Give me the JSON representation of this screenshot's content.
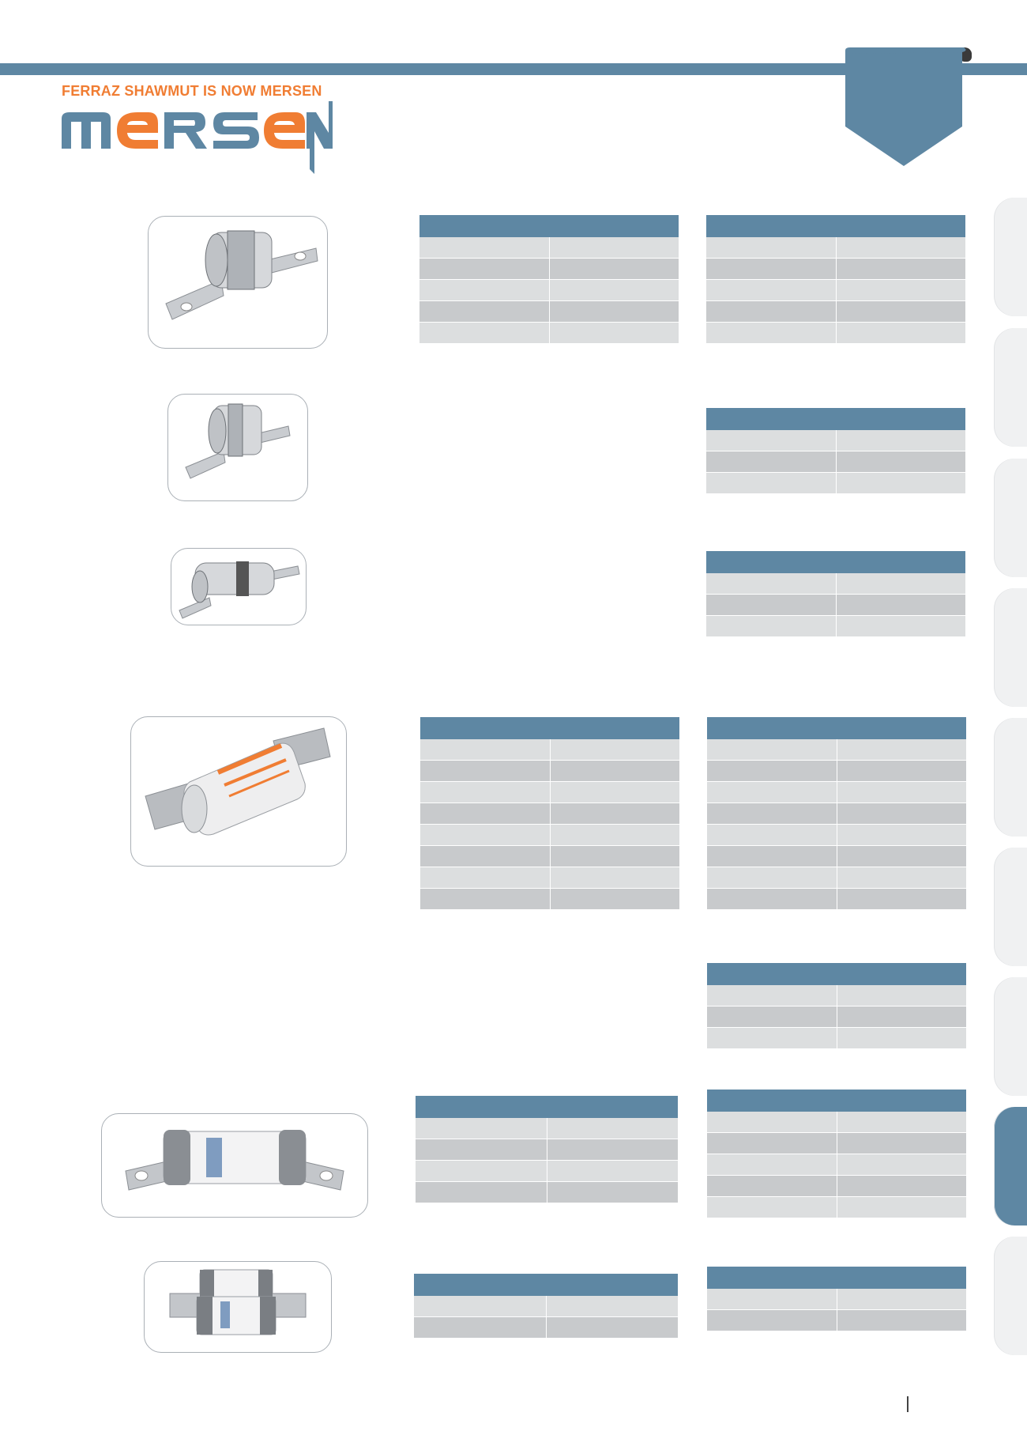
{
  "header": {
    "tagline": "FERRAZ SHAWMUT IS NOW MERSEN",
    "logo_text": "MERSEN",
    "colors": {
      "accent_blue": "#5e87a3",
      "brand_orange": "#f07d33",
      "logo_blue": "#5e87a3"
    }
  },
  "photos": [
    {
      "name": "fuse-photo-1",
      "icon": "bolted-fuse-icon"
    },
    {
      "name": "fuse-photo-2",
      "icon": "bolted-fuse-icon"
    },
    {
      "name": "fuse-photo-3",
      "icon": "bolted-fuse-icon"
    },
    {
      "name": "fuse-photo-4",
      "icon": "bolted-fuse-icon"
    },
    {
      "name": "fuse-photo-5",
      "icon": "bolted-fuse-icon"
    },
    {
      "name": "fuse-photo-6",
      "icon": "bolted-fuse-icon"
    }
  ],
  "tables": [
    {
      "name": "spec-table-1-left",
      "rows": 5
    },
    {
      "name": "spec-table-1-right",
      "rows": 5
    },
    {
      "name": "spec-table-2-right",
      "rows": 3
    },
    {
      "name": "spec-table-3-right",
      "rows": 3
    },
    {
      "name": "spec-table-4-left",
      "rows": 8
    },
    {
      "name": "spec-table-4-right",
      "rows": 8
    },
    {
      "name": "spec-table-5-right",
      "rows": 3
    },
    {
      "name": "spec-table-6-left",
      "rows": 4
    },
    {
      "name": "spec-table-6-right",
      "rows": 5
    },
    {
      "name": "spec-table-7-left",
      "rows": 2
    },
    {
      "name": "spec-table-7-right",
      "rows": 2
    }
  ],
  "side_tabs": {
    "count": 9,
    "active_index": 7
  }
}
